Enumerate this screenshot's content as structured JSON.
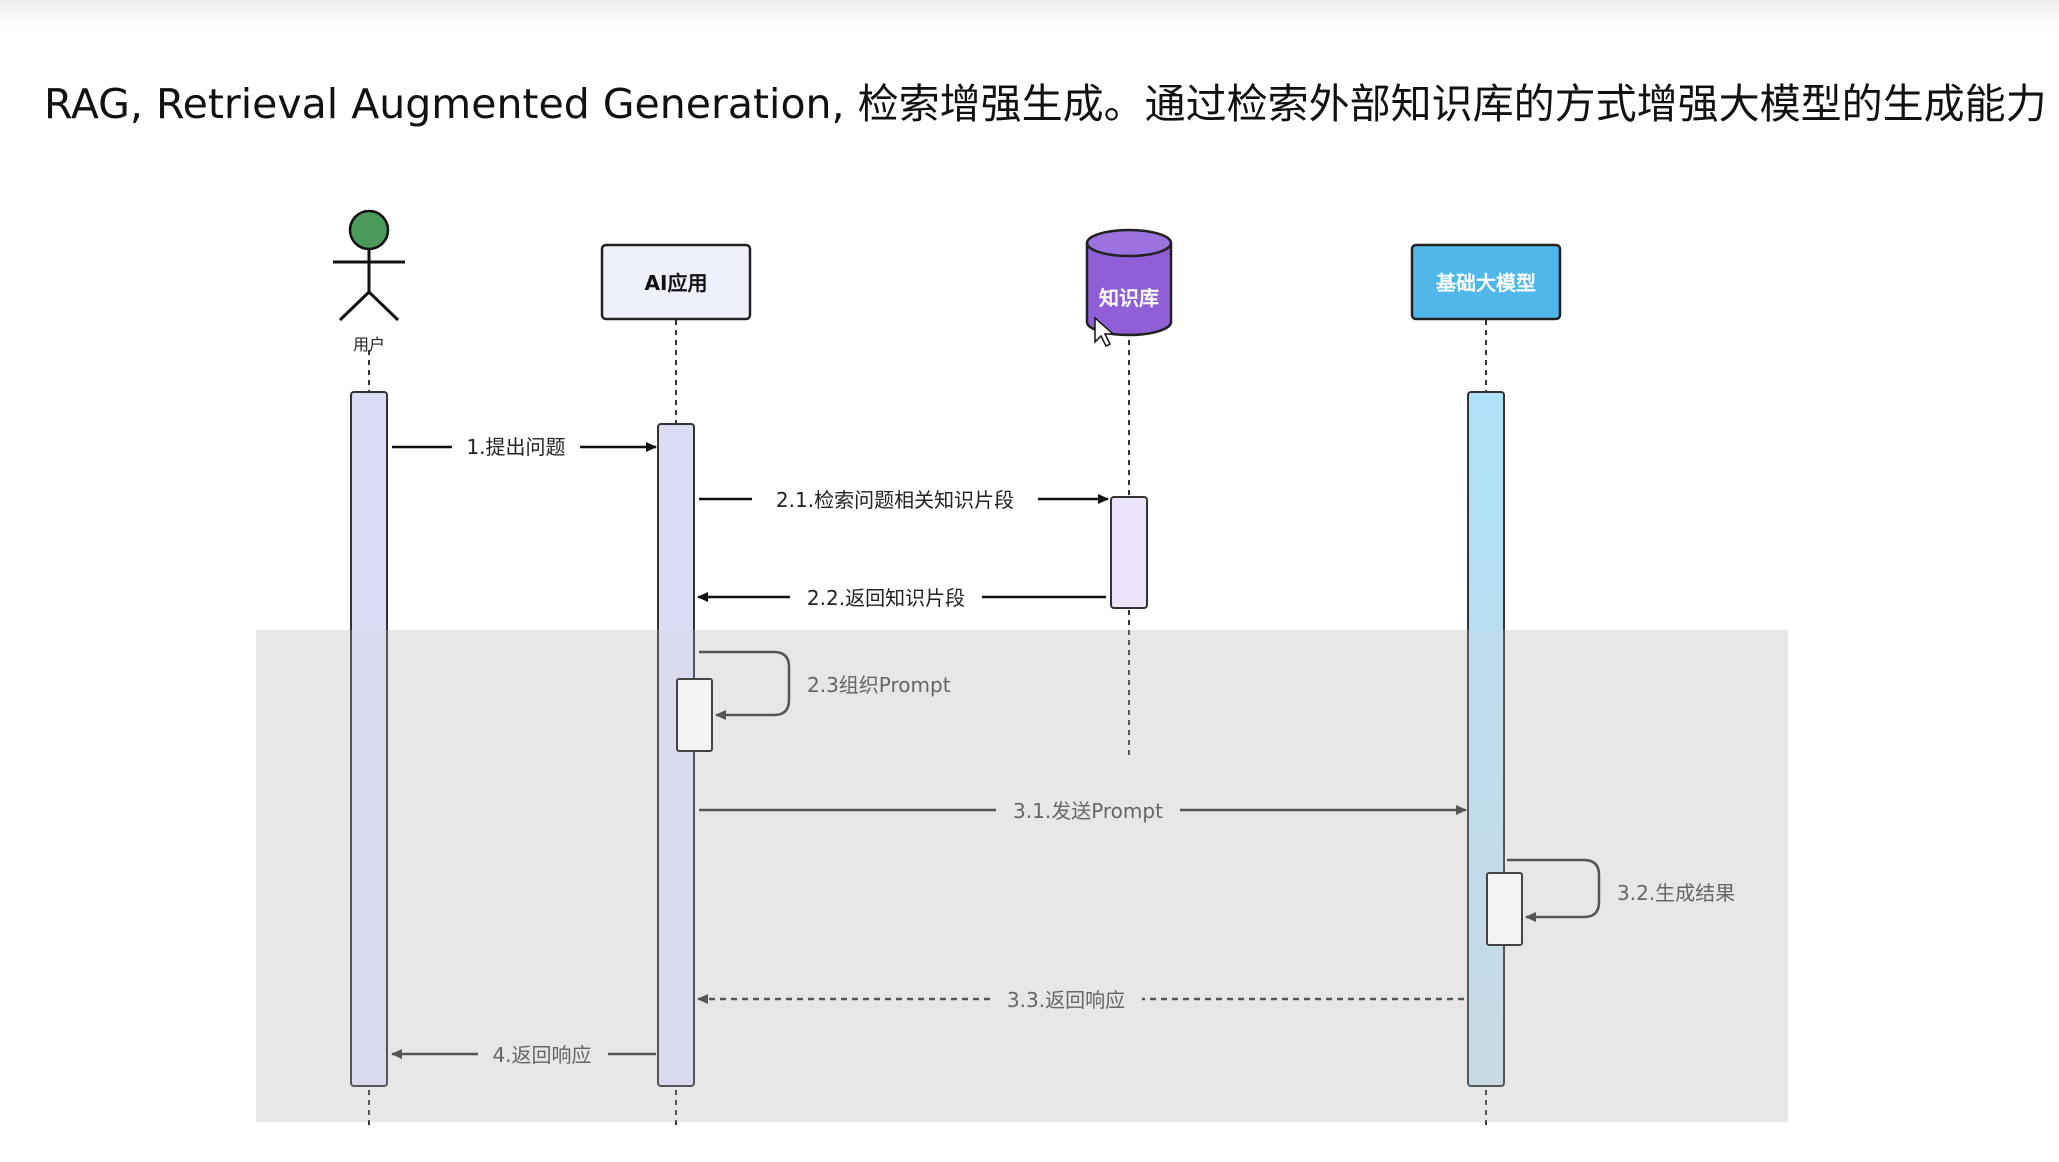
{
  "title": "RAG, Retrieval Augmented Generation, 检索增强生成。通过检索外部知识库的方式增强大模型的生成能力",
  "participants": {
    "user": "用户",
    "app": "AI应用",
    "kb": "知识库",
    "llm": "基础大模型"
  },
  "messages": {
    "m1": "1.提出问题",
    "m21": "2.1.检索问题相关知识片段",
    "m22": "2.2.返回知识片段",
    "m23": "2.3组织Prompt",
    "m31": "3.1.发送Prompt",
    "m32": "3.2.生成结果",
    "m33": "3.3.返回响应",
    "m4": "4.返回响应"
  },
  "colors": {
    "actor_head": "#4a9a5c",
    "app_box": "#eef0fb",
    "kb_cylinder": "#8e5fd6",
    "llm_box": "#4fb7ea",
    "user_bar": "#dcdcf5",
    "llm_bar": "#b8def2",
    "highlight_region": "#ececec"
  }
}
